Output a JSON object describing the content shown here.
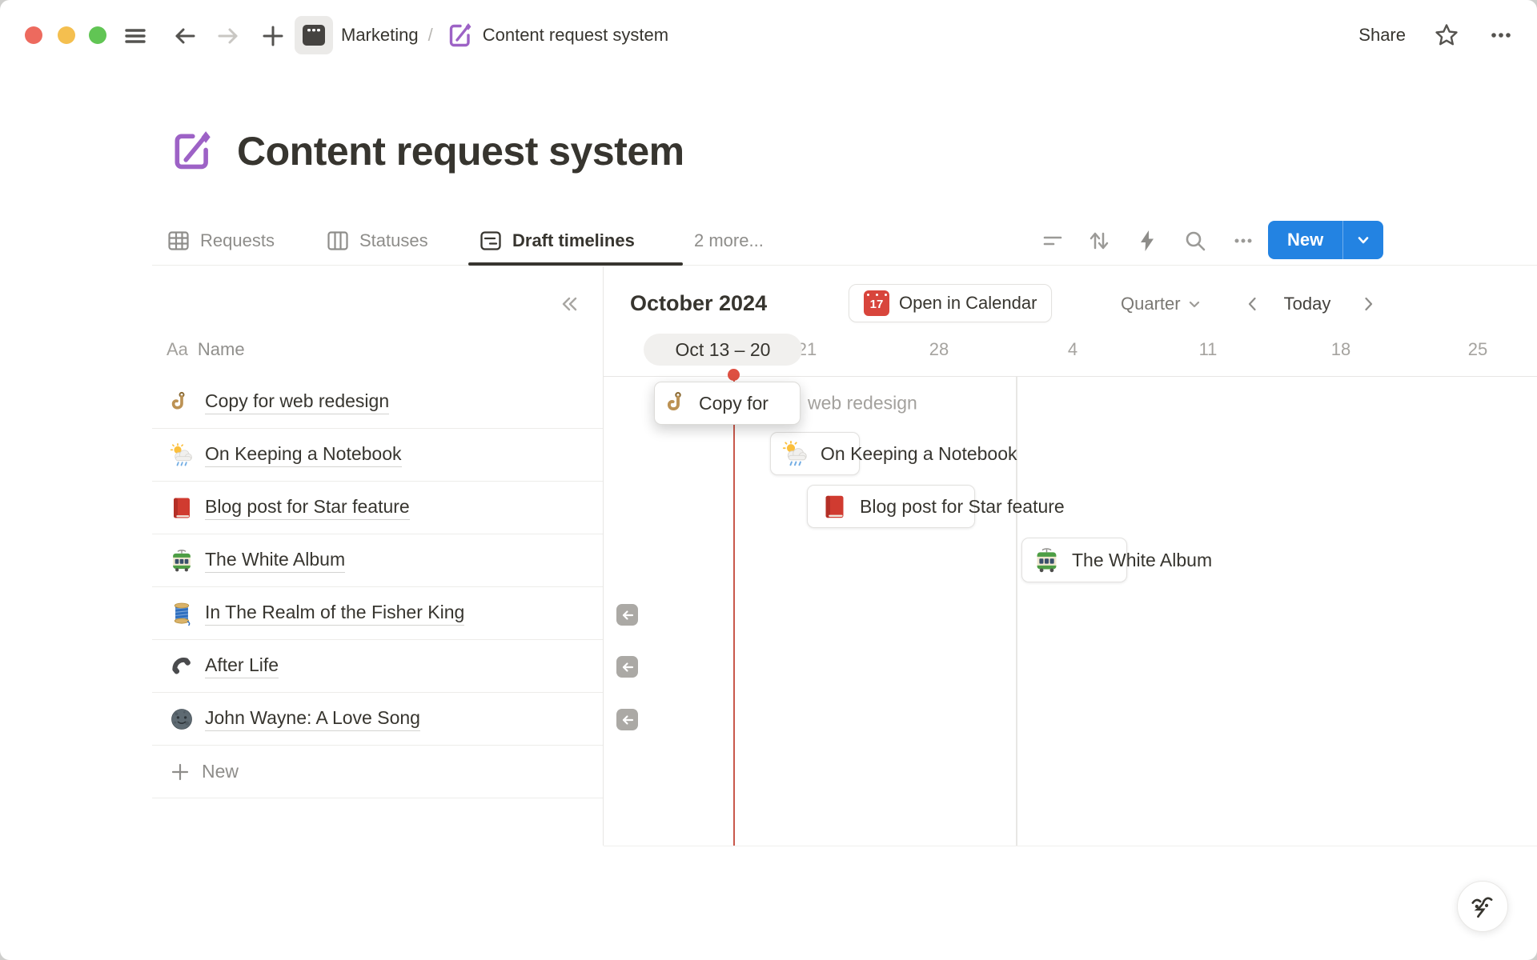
{
  "breadcrumb": {
    "workspace": "Marketing",
    "separator": "/",
    "page_title": "Content request system"
  },
  "chrome": {
    "share_label": "Share"
  },
  "page": {
    "title": "Content request system"
  },
  "tabs": {
    "items": [
      {
        "label": "Requests",
        "icon": "table-icon",
        "active": false
      },
      {
        "label": "Statuses",
        "icon": "board-icon",
        "active": false
      },
      {
        "label": "Draft timelines",
        "icon": "timeline-icon",
        "active": true
      },
      {
        "label": "2 more...",
        "icon": "none",
        "active": false
      }
    ]
  },
  "view_toolbar": {
    "new_label": "New"
  },
  "table": {
    "header": {
      "type_icon": "Aa",
      "label": "Name"
    },
    "rows": [
      {
        "icon": "hook-emoji",
        "name": "Copy for web redesign"
      },
      {
        "icon": "sun-rain-cloud-emoji",
        "name": "On Keeping a Notebook"
      },
      {
        "icon": "red-book-emoji",
        "name": "Blog post for Star feature"
      },
      {
        "icon": "tram-emoji",
        "name": "The White Album"
      },
      {
        "icon": "thread-emoji",
        "name": "In The Realm of the Fisher King"
      },
      {
        "icon": "phone-emoji",
        "name": "After Life"
      },
      {
        "icon": "moon-face-emoji",
        "name": "John Wayne: A Love Song"
      }
    ],
    "new_row_label": "New"
  },
  "timeline": {
    "month_label": "October 2024",
    "open_in_calendar_label": "Open in Calendar",
    "calendar_icon_day": "17",
    "zoom_select_value": "Quarter",
    "today_label": "Today",
    "drag_range_label": "Oct 13 – 20",
    "week_labels": [
      "21",
      "28",
      "4",
      "11",
      "18",
      "25"
    ],
    "bars": [
      {
        "icon": "hook-emoji",
        "visible_label": "Copy for",
        "overflow_label": "web redesign"
      },
      {
        "icon": "sun-rain-cloud-emoji",
        "label": "On Keeping a Notebook"
      },
      {
        "icon": "red-book-emoji",
        "label": "Blog post for Star feature"
      },
      {
        "icon": "tram-emoji",
        "label": "The White Album"
      }
    ]
  },
  "colors": {
    "accent_blue": "#2383e2",
    "today_red": "#de5042",
    "page_icon_purple": "#9d62c6",
    "calendar_red": "#d8453c"
  }
}
